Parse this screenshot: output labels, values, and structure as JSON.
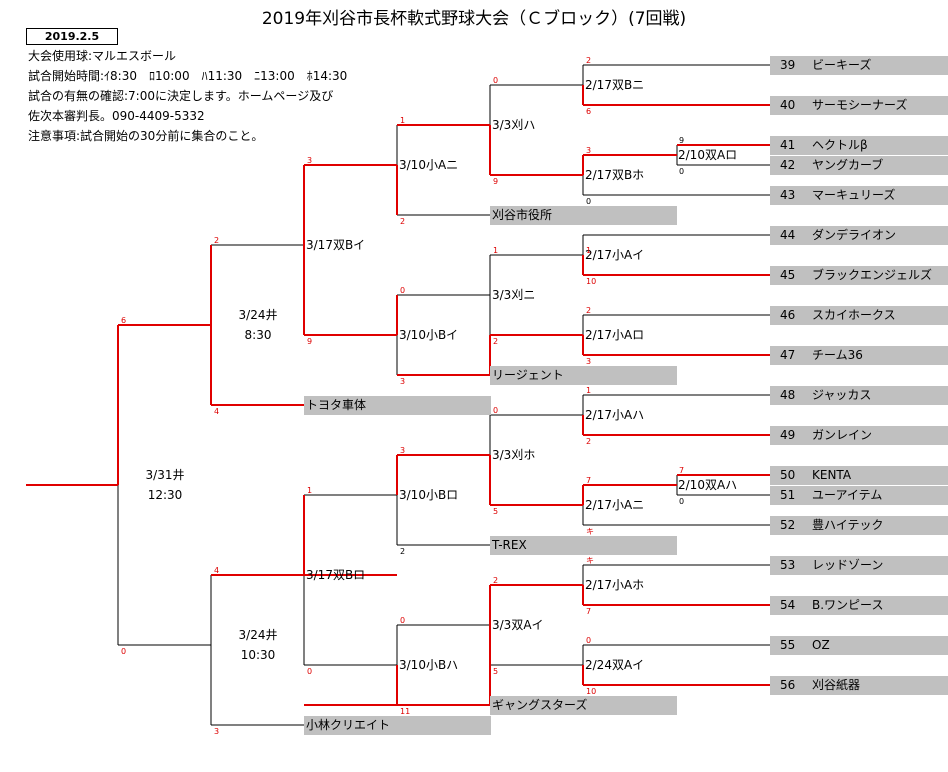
{
  "title": "2019年刈谷市長杯軟式野球大会（Ｃブロック）(7回戦)",
  "date": "2019.2.5",
  "info": [
    "大会使用球:マルエスボール",
    "試合開始時間:ｲ8:30　ﾛ10:00　ﾊ11:30　ﾆ13:00　ﾎ14:30",
    "試合の有無の確認:7:00に決定します。ホームページ及び",
    "佐次本審判長。090-4409-5332",
    "注意事項:試合開始の30分前に集合のこと。"
  ],
  "teams": [
    {
      "num": "39",
      "name": "ビーキーズ"
    },
    {
      "num": "40",
      "name": "サーモシーナーズ"
    },
    {
      "num": "41",
      "name": "ヘクトルβ"
    },
    {
      "num": "42",
      "name": "ヤングカーブ"
    },
    {
      "num": "43",
      "name": "マーキュリーズ"
    },
    {
      "num": "44",
      "name": "ダンデライオン"
    },
    {
      "num": "45",
      "name": "ブラックエンジェルズ"
    },
    {
      "num": "46",
      "name": "スカイホークス"
    },
    {
      "num": "47",
      "name": "チーム36"
    },
    {
      "num": "48",
      "name": "ジャッカス"
    },
    {
      "num": "49",
      "name": "ガンレイン"
    },
    {
      "num": "50",
      "name": "KENTA"
    },
    {
      "num": "51",
      "name": "ユーアイテム"
    },
    {
      "num": "52",
      "name": "豊ハイテック"
    },
    {
      "num": "53",
      "name": "レッドゾーン"
    },
    {
      "num": "54",
      "name": "B.ワンピース"
    },
    {
      "num": "55",
      "name": "OZ"
    },
    {
      "num": "56",
      "name": "刈谷紙器"
    }
  ],
  "mid_teams": [
    "刈谷市役所",
    "リージェント",
    "T-REX",
    "ギャングスターズ",
    "トヨタ車体",
    "小林クリエイト"
  ],
  "matches": {
    "m4142": "2/10双Aロ",
    "m5051": "2/10双Aハ",
    "a1": "2/17双Bニ",
    "a2": "2/17双Bホ",
    "a3": "2/17小Aイ",
    "a4": "2/17小Aロ",
    "a5": "2/17小Aハ",
    "a6": "2/17小Aニ",
    "a7": "2/17小Aホ",
    "a8": "2/24双Aイ",
    "b1": "3/3刈ハ",
    "b2": "3/3刈ニ",
    "b3": "3/3刈ホ",
    "b4": "3/3双Aイ",
    "c1": "3/10小Aニ",
    "c2": "3/10小Bイ",
    "c3": "3/10小Bロ",
    "c4": "3/10小Bハ",
    "d1": "3/17双Bイ",
    "d2": "3/17双Bロ",
    "e1": "3/24井",
    "e1t": "8:30",
    "e2": "3/24井",
    "e2t": "10:30",
    "f": "3/31井",
    "ft": "12:30"
  },
  "scores": {
    "s41": "9",
    "s42": "0",
    "s50": "7",
    "s51": "0",
    "s39": "2",
    "s40": "6",
    "s4142": "3",
    "s43": "0",
    "s44": "1",
    "s45": "10",
    "s46": "2",
    "s47": "3",
    "s48": "1",
    "s49": "2",
    "s5051": "7",
    "s52": "キ",
    "s53": "キ",
    "s54": "7",
    "s55": "0",
    "s56": "10",
    "sa1": "0",
    "sa2": "9",
    "sa3": "1",
    "sa4": "2",
    "sa5": "0",
    "sa6": "5",
    "sa7": "2",
    "sa8": "5",
    "sb1": "1",
    "sk1": "2",
    "sb2": "0",
    "sk2": "3",
    "sb3": "3",
    "sk3": "2",
    "sb4": "0",
    "sk4": "11",
    "sc1": "3",
    "sc2": "9",
    "sc3": "1",
    "sc4": "0",
    "sd1": "2",
    "sty": "4",
    "sd2": "4",
    "skc": "3",
    "se1": "6",
    "se2": "0"
  },
  "colors": {
    "win": "#e00000",
    "line": "#000000",
    "box": "#c0c0c0"
  }
}
